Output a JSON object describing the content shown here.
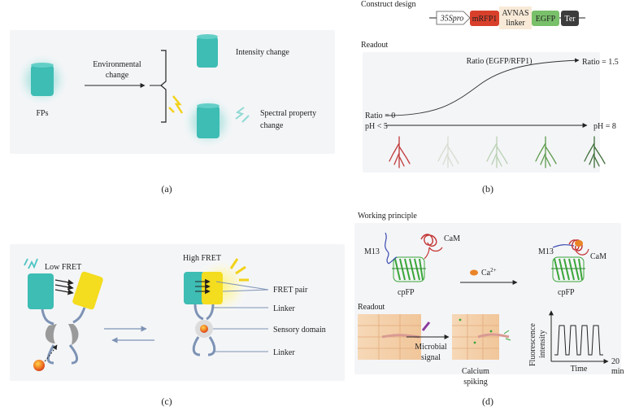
{
  "panel_a": {
    "label": "(a)",
    "fp_label": "FPs",
    "stimulus": [
      "Environmental",
      "change"
    ],
    "outcome_1": "Intensity change",
    "outcome_2": [
      "Spectral property",
      "change"
    ]
  },
  "panel_b": {
    "label": "(b)",
    "construct_title": "Construct design",
    "construct": {
      "promoter": "35Spro",
      "gene_1": "mRFP1",
      "linker": [
        "AVNAS",
        "linker"
      ],
      "gene_2": "EGFP",
      "terminator": "Ter"
    },
    "readout_title": "Readout",
    "ratio_title": "Ratio (EGFP/RFP1)",
    "ratio_high": "Ratio = 1.5",
    "ratio_low": "Ratio = 0",
    "ph_low": "pH < 5",
    "ph_high": "pH = 8",
    "root_colors": [
      "#c0393b",
      "#d7dcd0",
      "#b9d0b3",
      "#5c9b4c",
      "#3f6f3a"
    ]
  },
  "panel_c": {
    "label": "(c)",
    "low": "Low FRET",
    "high": "High FRET",
    "fret_pair": "FRET pair",
    "linker_top": "Linker",
    "sensory": "Sensory domain",
    "linker_bottom": "Linker"
  },
  "panel_d": {
    "label": "(d)",
    "principle_title": "Working principle",
    "m13_left": "M13",
    "cam_left": "CaM",
    "cpfp_left": "cpFP",
    "ion_base": "Ca",
    "ion_charge": "2+",
    "m13_right": "M13",
    "cam_right": "CaM",
    "cpfp_right": "cpFP",
    "readout_title": "Readout",
    "signal": [
      "Microbial",
      "signal"
    ],
    "spiking": [
      "Calcium",
      "spiking"
    ],
    "y_axis": [
      "Fluorescence",
      "intensity"
    ],
    "x_axis": "Time",
    "time_value": "20",
    "time_unit": "min"
  },
  "colors": {
    "teal": "#3dbdb4",
    "yellow": "#f4dc1e",
    "mrfp": "#d9402b",
    "egfp": "#79c06a",
    "ter": "#3c3c3c",
    "cpfp": "#3aa639",
    "calcium": "#e98427",
    "linker_blue": "#7d93b5"
  }
}
